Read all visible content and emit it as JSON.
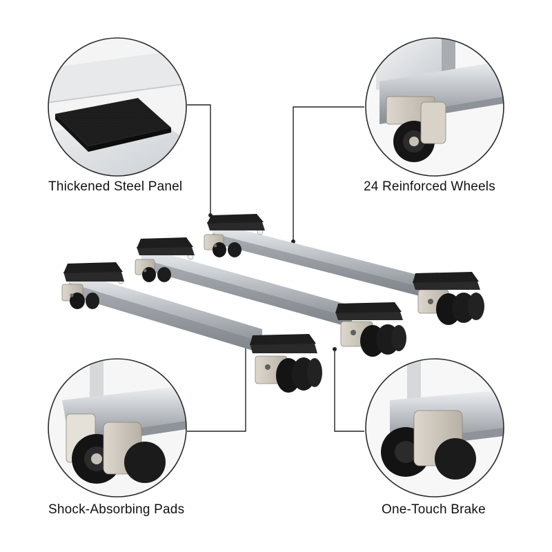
{
  "callouts": {
    "top_left": "Thickened Steel Panel",
    "top_right": "24 Reinforced Wheels",
    "bottom_left": "Shock-Absorbing Pads",
    "bottom_right": "One-Touch Brake"
  },
  "colors": {
    "background": "#ffffff",
    "steel": "#b9bdc3",
    "pad": "#1b1b1b",
    "wheel": "#151515",
    "bracket": "#cfc8bd",
    "line": "#222222",
    "text": "#111111"
  }
}
